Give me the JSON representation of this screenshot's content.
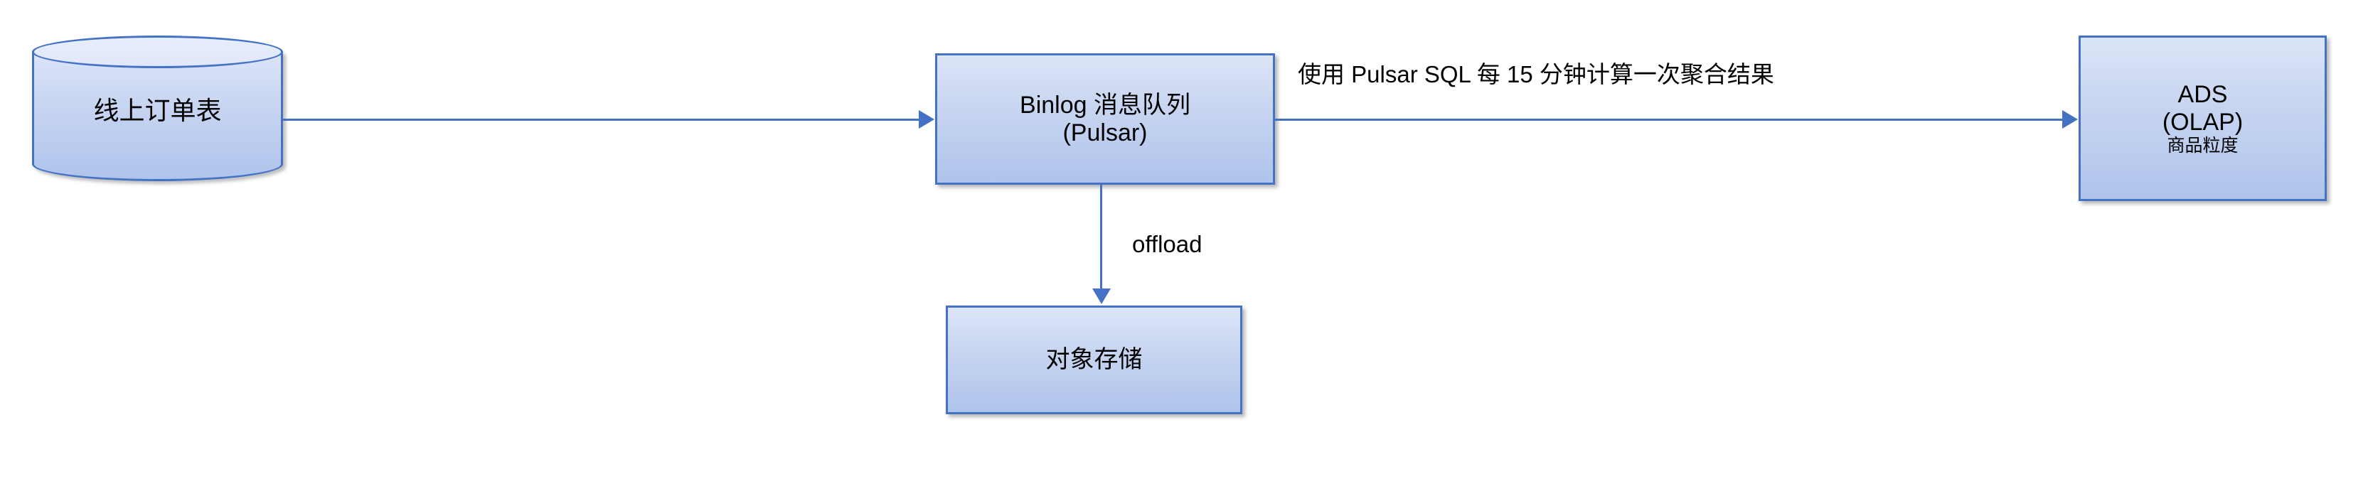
{
  "diagram": {
    "title": "Binlog to Pulsar data pipeline",
    "background_color": "#ffffff",
    "accent_color": "#4472C4",
    "node_fill_color": "#C6D4F0",
    "text_color": "#000000",
    "nodes": {
      "source_db": {
        "shape": "cylinder",
        "label": "线上订单表"
      },
      "message_queue": {
        "shape": "rectangle",
        "line1": "Binlog 消息队列",
        "line2": "(Pulsar)"
      },
      "object_storage": {
        "shape": "rectangle",
        "label": "对象存储"
      },
      "ads": {
        "shape": "rectangle",
        "line1": "ADS",
        "line2": "(OLAP)",
        "line3": "商品粒度"
      }
    },
    "edges": {
      "db_to_queue": {
        "label": "",
        "direction": "right"
      },
      "queue_to_ads": {
        "label": "使用 Pulsar SQL 每 15 分钟计算一次聚合结果",
        "direction": "right"
      },
      "queue_to_storage": {
        "label": "offload",
        "direction": "down"
      }
    }
  }
}
